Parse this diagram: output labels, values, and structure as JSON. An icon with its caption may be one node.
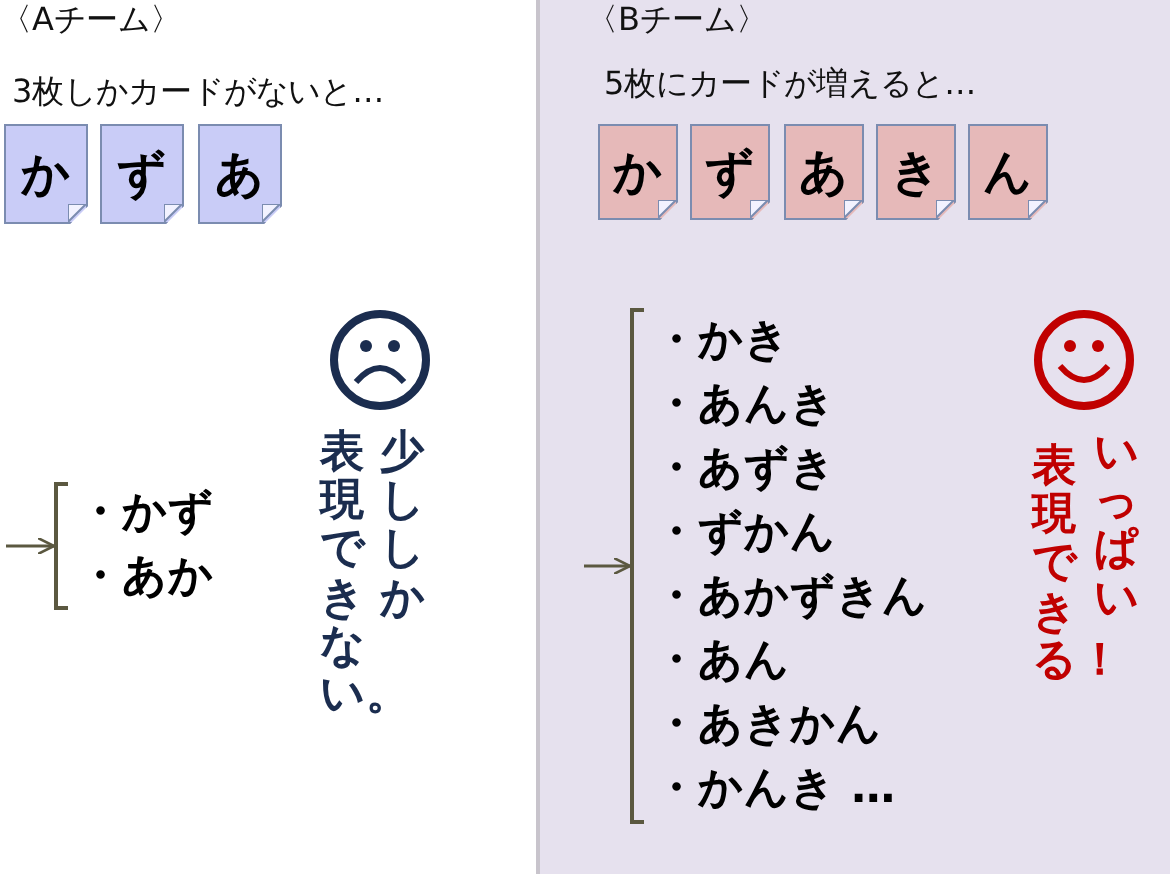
{
  "diagram": {
    "nodes": [
      {
        "text": [
          "か"
        ]
      },
      {
        "text": [
          "ず"
        ]
      },
      {
        "text": [
          "あ"
        ]
      },
      {
        "text": [
          "か"
        ]
      },
      {
        "text": [
          "ず"
        ]
      },
      {
        "text": [
          "あ"
        ]
      },
      {
        "text": [
          "き"
        ]
      },
      {
        "text": [
          "ん"
        ]
      },
      {
        "text": [
          "・かず",
          "・あか"
        ]
      },
      {
        "text": [
          "・かき",
          "・あんき",
          "・あずき",
          "・ずかん",
          "・あかずきん",
          "・あん",
          "・あきかん",
          "・かんき …"
        ]
      }
    ],
    "edges": [
      {
        "from": null,
        "to": 8,
        "arrow": "to"
      },
      {
        "from": null,
        "to": 9,
        "arrow": "to"
      }
    ],
    "labels": [
      "〈Aチーム〉",
      "3枚しかカードがないと…",
      "〈Bチーム〉",
      "5枚にカードが増えると…",
      "少ししか",
      "表現できない。",
      "いっぱい",
      "表現できる！"
    ]
  }
}
